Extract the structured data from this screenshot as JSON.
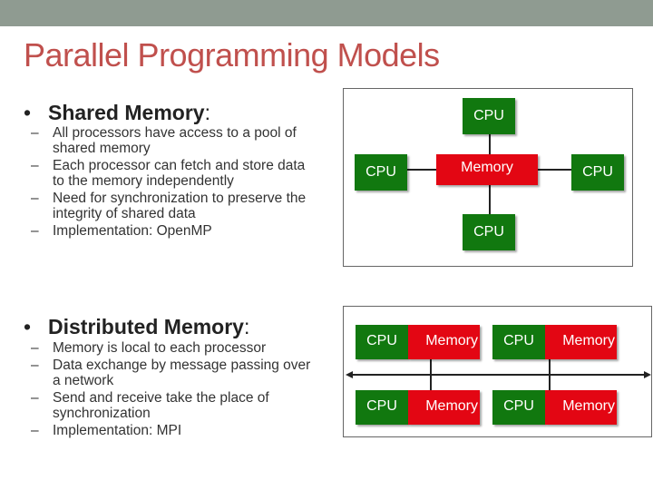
{
  "slide": {
    "title": "Parallel Programming Models",
    "colors": {
      "title": "#c0504d",
      "cpu": "#11780f",
      "memory": "#e30613",
      "topbar": "#8f9b91"
    }
  },
  "shared": {
    "bullet": "•",
    "heading": "Shared Memory",
    "colon": ":",
    "items": [
      "All processors have access to a pool of shared memory",
      "Each processor can fetch and store data to the memory independently",
      "Need for synchronization to preserve the integrity of shared data",
      "Implementation: OpenMP"
    ]
  },
  "distributed": {
    "bullet": "•",
    "heading": "Distributed Memory",
    "colon": ":",
    "items": [
      "Memory is local to each processor",
      "Data exchange by message passing over a network",
      "Send and receive take the place of synchronization",
      "Implementation: MPI"
    ]
  },
  "dash": "–",
  "diagram_shared": {
    "cpu_label": "CPU",
    "memory_label": "Memory"
  },
  "diagram_distributed": {
    "cpu_label": "CPU",
    "memory_label": "Memory"
  }
}
